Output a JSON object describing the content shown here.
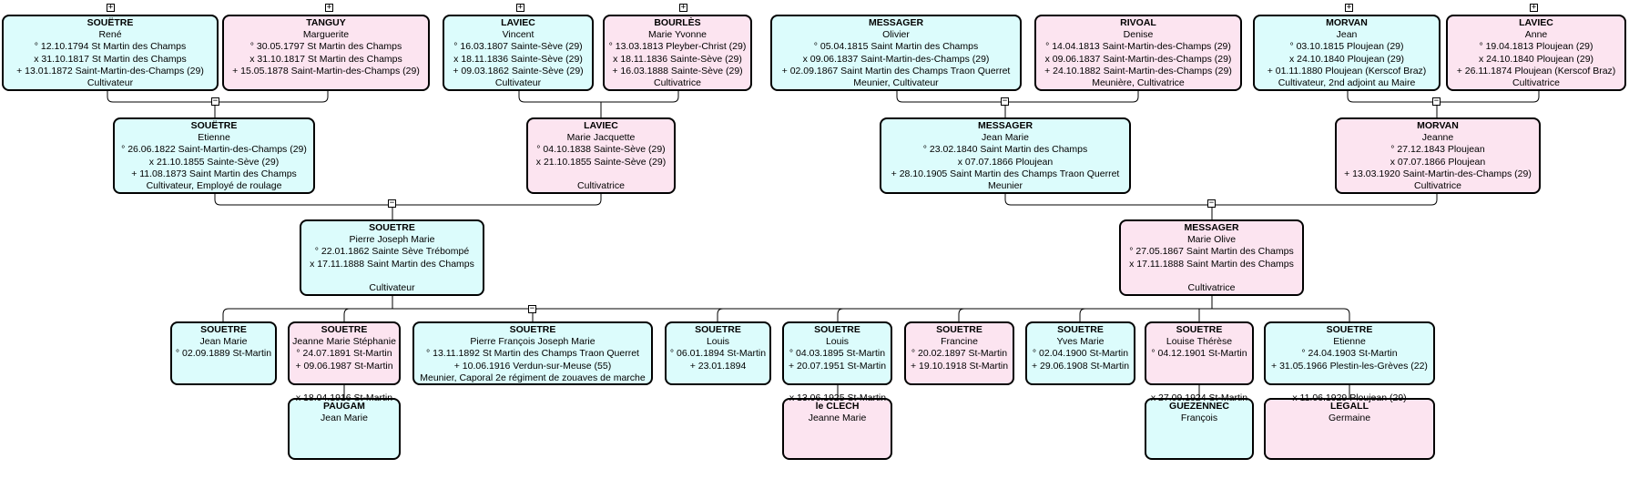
{
  "persons": {
    "p1": {
      "surname": "SOUËTRE",
      "given": "René",
      "lines": [
        "° 12.10.1794 St Martin des Champs",
        "x 31.10.1817 St Martin des Champs",
        "+ 13.01.1872 Saint-Martin-des-Champs (29)",
        "Cultivateur"
      ]
    },
    "p2": {
      "surname": "TANGUY",
      "given": "Marguerite",
      "lines": [
        "° 30.05.1797 St Martin des Champs",
        "x 31.10.1817 St Martin des Champs",
        "+ 15.05.1878 Saint-Martin-des-Champs (29)"
      ]
    },
    "p3": {
      "surname": "LAVIEC",
      "given": "Vincent",
      "lines": [
        "° 16.03.1807 Sainte-Sève (29)",
        "x 18.11.1836 Sainte-Sève (29)",
        "+ 09.03.1862 Sainte-Sève (29)",
        "Cultivateur"
      ]
    },
    "p4": {
      "surname": "BOURLÈS",
      "given": "Marie Yvonne",
      "lines": [
        "° 13.03.1813 Pleyber-Christ (29)",
        "x 18.11.1836 Sainte-Sève (29)",
        "+ 16.03.1888 Sainte-Sève (29)",
        "Cultivatrice"
      ]
    },
    "p5": {
      "surname": "MESSAGER",
      "given": "Olivier",
      "lines": [
        "° 05.04.1815 Saint Martin des Champs",
        "x 09.06.1837 Saint-Martin-des-Champs (29)",
        "+ 02.09.1867 Saint Martin des Champs Traon Querret",
        "Meunier, Cultivateur"
      ]
    },
    "p6": {
      "surname": "RIVOAL",
      "given": "Denise",
      "lines": [
        "° 14.04.1813 Saint-Martin-des-Champs (29)",
        "x 09.06.1837 Saint-Martin-des-Champs (29)",
        "+ 24.10.1882 Saint-Martin-des-Champs (29)",
        "Meunière, Cultivatrice"
      ]
    },
    "p7": {
      "surname": "MORVAN",
      "given": "Jean",
      "lines": [
        "° 03.10.1815 Ploujean (29)",
        "x 24.10.1840 Ploujean (29)",
        "+ 01.11.1880 Ploujean (Kerscof Braz)",
        "Cultivateur, 2nd adjoint au Maire"
      ]
    },
    "p8": {
      "surname": "LAVIEC",
      "given": "Anne",
      "lines": [
        "° 19.04.1813 Ploujean (29)",
        "x 24.10.1840 Ploujean (29)",
        "+ 26.11.1874 Ploujean (Kerscof Braz)",
        "Cultivatrice"
      ]
    },
    "q1": {
      "surname": "SOUËTRE",
      "given": "Etienne",
      "lines": [
        "° 26.06.1822 Saint-Martin-des-Champs (29)",
        "x 21.10.1855 Sainte-Sève (29)",
        "+ 11.08.1873 Saint Martin des Champs",
        "Cultivateur, Employé de roulage"
      ]
    },
    "q2": {
      "surname": "LAVIEC",
      "given": "Marie Jacquette",
      "lines": [
        "° 04.10.1838 Sainte-Sève (29)",
        "x 21.10.1855 Sainte-Sève (29)",
        "",
        "Cultivatrice"
      ]
    },
    "q3": {
      "surname": "MESSAGER",
      "given": "Jean Marie",
      "lines": [
        "° 23.02.1840 Saint Martin des Champs",
        "x 07.07.1866 Ploujean",
        "+ 28.10.1905 Saint Martin des Champs Traon Querret",
        "Meunier"
      ]
    },
    "q4": {
      "surname": "MORVAN",
      "given": "Jeanne",
      "lines": [
        "° 27.12.1843 Ploujean",
        "x 07.07.1866 Ploujean",
        "+ 13.03.1920 Saint-Martin-des-Champs (29)",
        "Cultivatrice"
      ]
    },
    "r1": {
      "surname": "SOUETRE",
      "given": "Pierre Joseph Marie",
      "lines": [
        "° 22.01.1862 Sainte Sève Trébompé",
        "x 17.11.1888 Saint Martin des Champs",
        "",
        "Cultivateur"
      ]
    },
    "r2": {
      "surname": "MESSAGER",
      "given": "Marie Olive",
      "lines": [
        "° 27.05.1867 Saint Martin des Champs",
        "x 17.11.1888 Saint Martin des Champs",
        "",
        "Cultivatrice"
      ]
    },
    "c1": {
      "surname": "SOUETRE",
      "given": "Jean Marie",
      "lines": [
        "° 02.09.1889 St-Martin"
      ]
    },
    "c2": {
      "surname": "SOUETRE",
      "given": "Jeanne Marie Stéphanie",
      "lines": [
        "° 24.07.1891 St-Martin",
        "+ 09.06.1987 St-Martin"
      ]
    },
    "c3": {
      "surname": "SOUETRE",
      "given": "Pierre François Joseph Marie",
      "lines": [
        "° 13.11.1892 St Martin des Champs Traon Querret",
        "+ 10.06.1916 Verdun-sur-Meuse (55)",
        "Meunier, Caporal 2e régiment de zouaves de marche"
      ]
    },
    "c4": {
      "surname": "SOUETRE",
      "given": "Louis",
      "lines": [
        "° 06.01.1894 St-Martin",
        "+ 23.01.1894"
      ]
    },
    "c5": {
      "surname": "SOUETRE",
      "given": "Louis",
      "lines": [
        "° 04.03.1895 St-Martin",
        "+ 20.07.1951 St-Martin"
      ]
    },
    "c6": {
      "surname": "SOUETRE",
      "given": "Francine",
      "lines": [
        "° 20.02.1897 St-Martin",
        "+ 19.10.1918 St-Martin"
      ]
    },
    "c7": {
      "surname": "SOUETRE",
      "given": "Yves Marie",
      "lines": [
        "° 02.04.1900 St-Martin",
        "+ 29.06.1908 St-Martin"
      ]
    },
    "c8": {
      "surname": "SOUETRE",
      "given": "Louise Thérèse",
      "lines": [
        "° 04.12.1901 St-Martin"
      ]
    },
    "c9": {
      "surname": "SOUETRE",
      "given": "Etienne",
      "lines": [
        "° 24.04.1903 St-Martin",
        "+ 31.05.1966 Plestin-les-Grèves (22)"
      ]
    },
    "s2": {
      "surname": "PAUGAM",
      "given": "Jean Marie",
      "lines": []
    },
    "s5": {
      "surname": "le CLECH",
      "given": "Jeanne Marie",
      "lines": []
    },
    "s8": {
      "surname": "GUEZENNEC",
      "given": "François",
      "lines": []
    },
    "s9": {
      "surname": "LEGALL",
      "given": "Germaine",
      "lines": []
    }
  },
  "marriages": {
    "m2": "x 18.04.1916 St-Martin",
    "m5": "x 13.06.1925 St-Martin",
    "m8": "x 27.09.1924 St-Martin",
    "m9": "x 11.06.1929 Ploujean (29)"
  },
  "toggles": {
    "plus": "+",
    "minus": "−"
  },
  "colors": {
    "male": "#dcfcfc",
    "female": "#fce4f0",
    "border": "#000000"
  }
}
